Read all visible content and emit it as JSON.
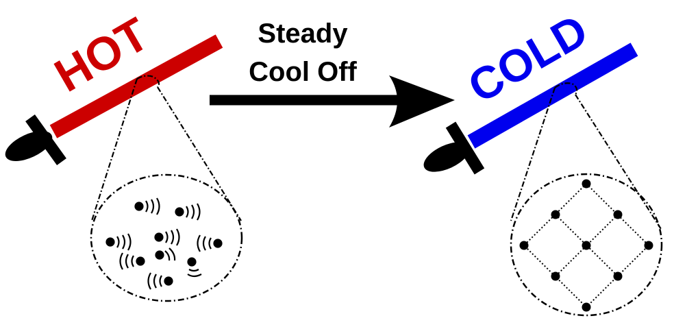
{
  "hot_label": "HOT",
  "cold_label": "COLD",
  "arrow_label": {
    "line1": "Steady",
    "line2": "Cool Off"
  },
  "colors": {
    "hot": "#cc0000",
    "cold": "#0000ee",
    "ink": "#000000"
  }
}
